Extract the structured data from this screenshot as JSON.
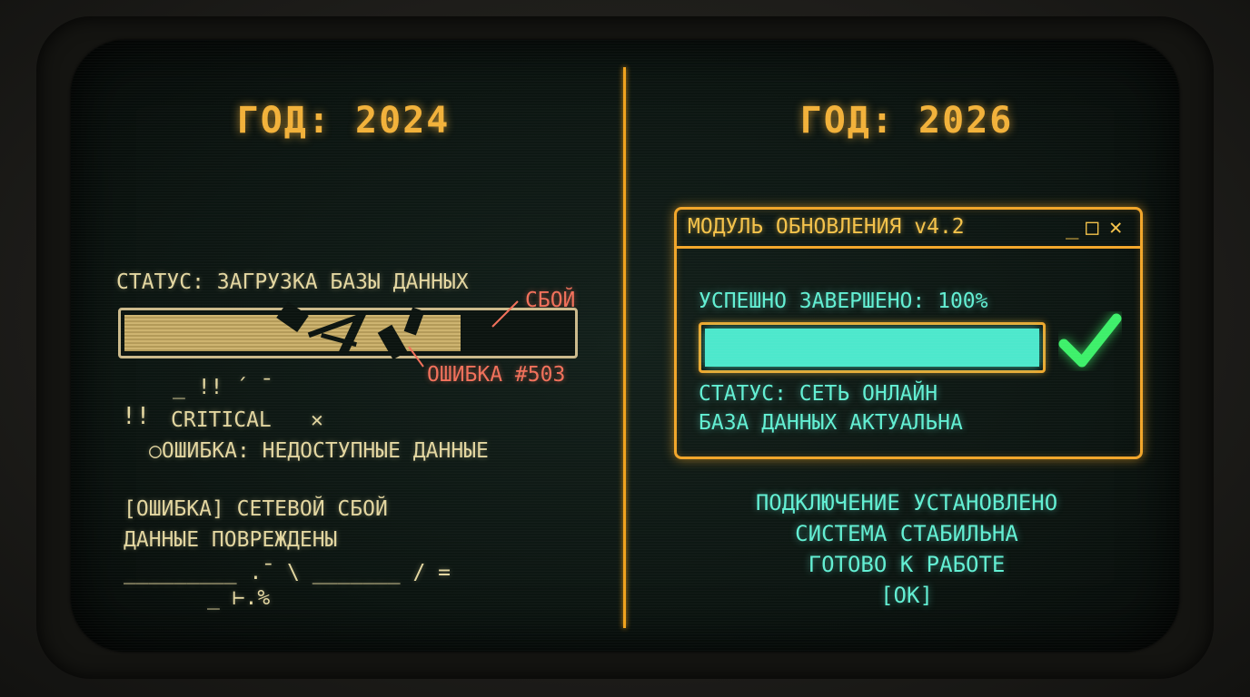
{
  "left_panel": {
    "year_title": "ГОД: 2024",
    "status_line": "СТАТУС: ЗАГРУЗКА БАЗЫ ДАННЫХ",
    "fail_tag": "СБОЙ",
    "error_code": "ОШИБКА #503",
    "glitch_line_1": "_    !!    ´  ̄",
    "critical_marker": "!!",
    "critical_label": "CRITICAL",
    "critical_x": "✕",
    "error_unavailable": "ОШИБКА: НЕДОСТУПНЫЕ ДАННЫЕ",
    "network_error": "[ОШИБКА] СЕТЕВОЙ СБОЙ",
    "data_corrupted": "ДАННЫЕ ПОВРЕЖДЕНЫ",
    "glitch_line_2": "_________ .¯       \\   _______ / =",
    "glitch_line_3": "_ ⊢.%"
  },
  "right_panel": {
    "year_title": "ГОД: 2026",
    "window": {
      "title": "МОДУЛЬ ОБНОВЛЕНИЯ v4.2",
      "minimize": "_",
      "maximize": "□",
      "close": "✕",
      "success_line": "УСПЕШНО ЗАВЕРШЕНО: 100%",
      "progress": 1.0,
      "status_network": "СТАТУС: СЕТЬ ОНЛАЙН",
      "status_db": "БАЗА ДАННЫХ АКТУАЛЬНА"
    },
    "connection": "ПОДКЛЮЧЕНИЕ УСТАНОВЛЕНО",
    "stable": "СИСТЕМА СТАБИЛЬНА",
    "ready": "ГОТОВО К РАБОТЕ",
    "ok_button": "[OK]"
  },
  "colors": {
    "amber": "#f2b13a",
    "teal": "#62efd3",
    "error_red": "#f1705a",
    "check_green": "#3ef06a"
  }
}
